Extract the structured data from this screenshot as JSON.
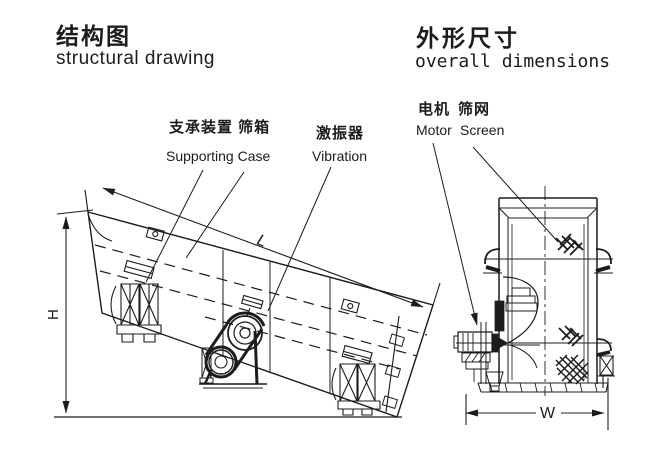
{
  "titles": {
    "structural": {
      "zh": "结构图",
      "en": "structural drawing"
    },
    "overall": {
      "zh": "外形尺寸",
      "en": "overall dimensions"
    }
  },
  "part_labels": {
    "supporting_and_box": {
      "zh": "支承装置 筛箱",
      "en": "Supporting Case"
    },
    "vibrator": {
      "zh": "激振器",
      "en": "Vibration"
    },
    "motor": {
      "zh": "电机",
      "en": "Motor"
    },
    "screen_mesh": {
      "zh": "筛网",
      "en": "Screen"
    }
  },
  "dimension_labels": {
    "height": "H",
    "length": "L",
    "width": "W"
  },
  "colors": {
    "line": "#1c1c1c",
    "background": "#ffffff"
  }
}
